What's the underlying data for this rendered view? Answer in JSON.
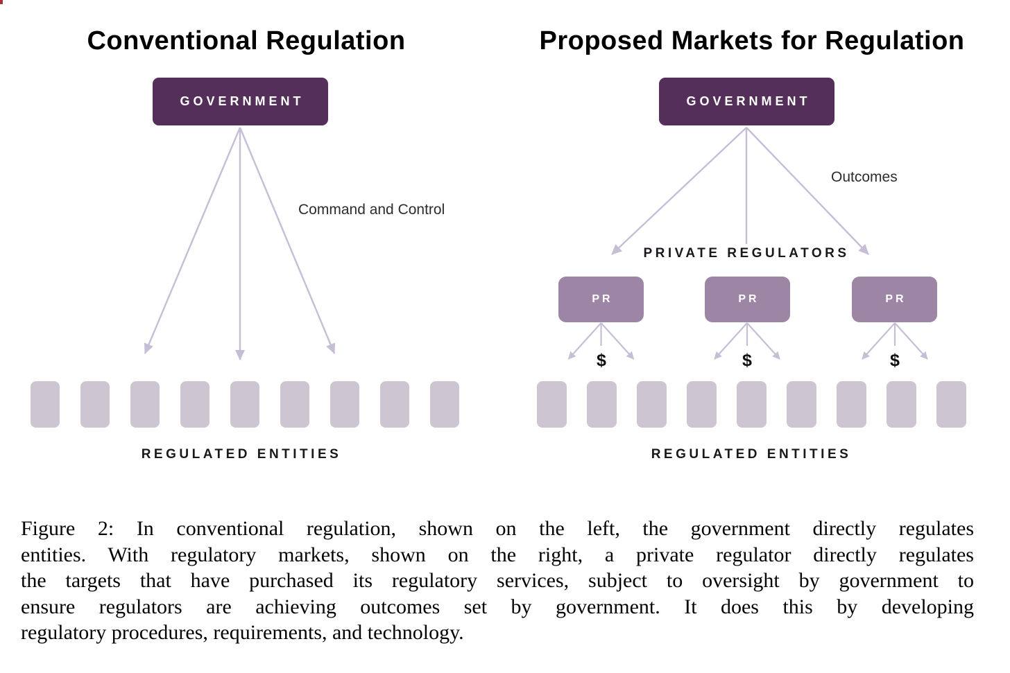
{
  "left_panel": {
    "title": "Conventional Regulation",
    "government_label": "GOVERNMENT",
    "edge_label": "Command and Control",
    "entities_label": "REGULATED ENTITIES",
    "entities_count": 9
  },
  "right_panel": {
    "title": "Proposed Markets for Regulation",
    "government_label": "GOVERNMENT",
    "edge_label": "Outcomes",
    "regulators_label": "PRIVATE REGULATORS",
    "pr_boxes": [
      {
        "label": "PR"
      },
      {
        "label": "PR"
      },
      {
        "label": "PR"
      }
    ],
    "money_symbol": "$",
    "entities_label": "REGULATED ENTITIES",
    "entities_count": 9
  },
  "caption": {
    "figure_label": "Figure 2:",
    "lines": [
      "Figure 2: In conventional regulation, shown on the left, the government directly regulates",
      "entities. With regulatory markets, shown on the right, a private regulator directly regulates",
      "the targets that have purchased its regulatory services, subject to oversight by government to",
      "ensure regulators are achieving outcomes set by government. It does this by developing",
      "regulatory procedures, requirements, and technology."
    ]
  },
  "colors": {
    "government_box": "#542f59",
    "private_regulator_box": "#9c85a5",
    "entity_box": "#cdc5d1",
    "arrow": "#c5bed4",
    "title_text": "#000000",
    "label_text": "#1b171d"
  }
}
